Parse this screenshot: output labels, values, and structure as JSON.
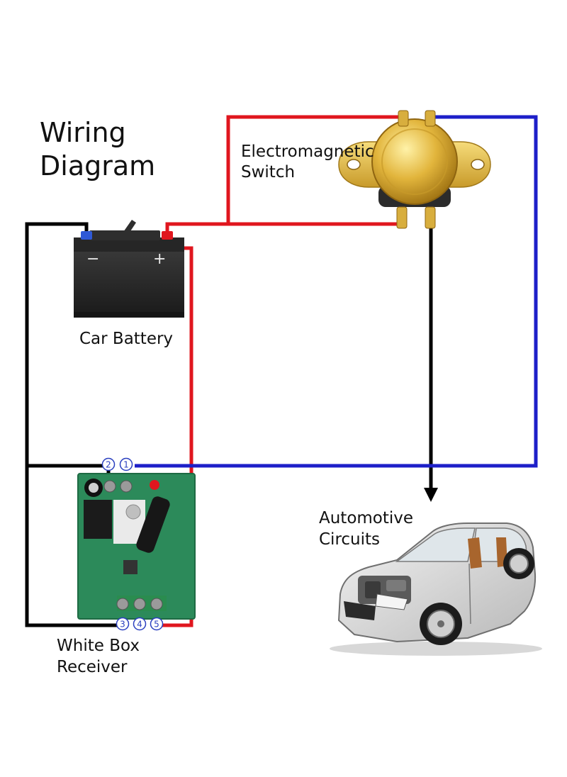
{
  "title": {
    "line1": "Wiring",
    "line2": "Diagram"
  },
  "components": {
    "switch": {
      "line1": "Electromagnetic",
      "line2": "Switch",
      "icon": "solenoid-switch-icon"
    },
    "battery": {
      "label": "Car Battery",
      "minus": "−",
      "plus": "+",
      "icon": "car-battery-icon"
    },
    "car": {
      "line1": "Automotive",
      "line2": "Circuits",
      "icon": "car-icon"
    },
    "receiver": {
      "line1": "White Box",
      "line2": "Receiver",
      "icon": "receiver-board-icon"
    }
  },
  "terminals": {
    "t1": "1",
    "t2": "2",
    "t3": "3",
    "t4": "4",
    "t5": "5"
  },
  "colors": {
    "red": "#e0161e",
    "blue": "#1d1fc8",
    "black": "#000000"
  }
}
